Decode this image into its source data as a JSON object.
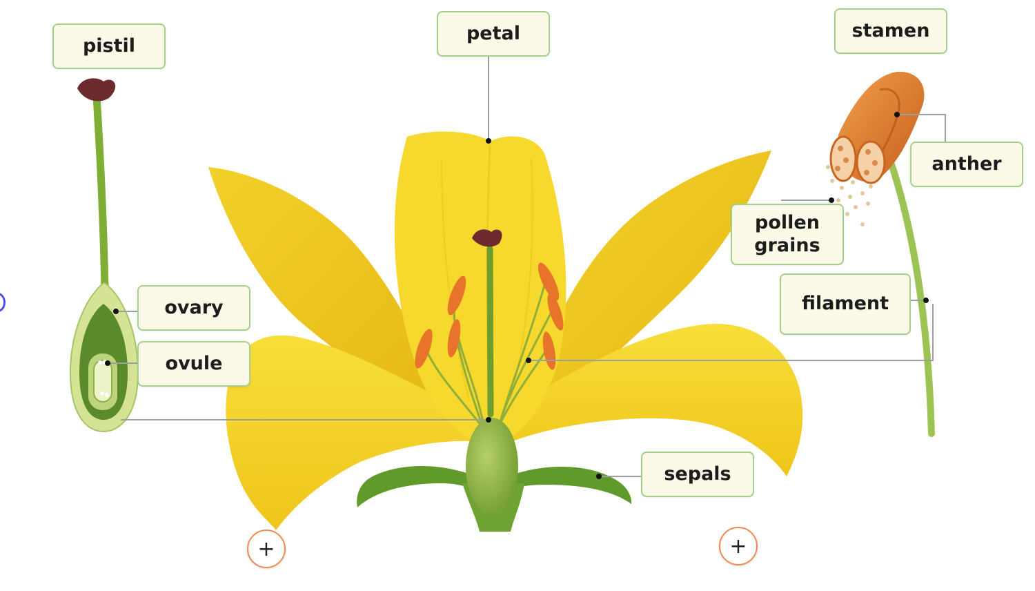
{
  "labels": {
    "pistil": "pistil",
    "petal": "petal",
    "stamen": "stamen",
    "anther": "anther",
    "pollen_grains": "pollen\ngrains",
    "filament": "filament",
    "ovary": "ovary",
    "ovule": "ovule",
    "sepals": "sepals"
  },
  "buttons": {
    "expand_left": "+",
    "expand_right": "+"
  },
  "colors": {
    "label_bg": "#fbf9e7",
    "label_border": "#a6cf8a",
    "petal_yellow": "#f5d422",
    "stem_green": "#8bb83c",
    "anther_orange": "#e07a2a",
    "button_border": "#ee8a55"
  }
}
